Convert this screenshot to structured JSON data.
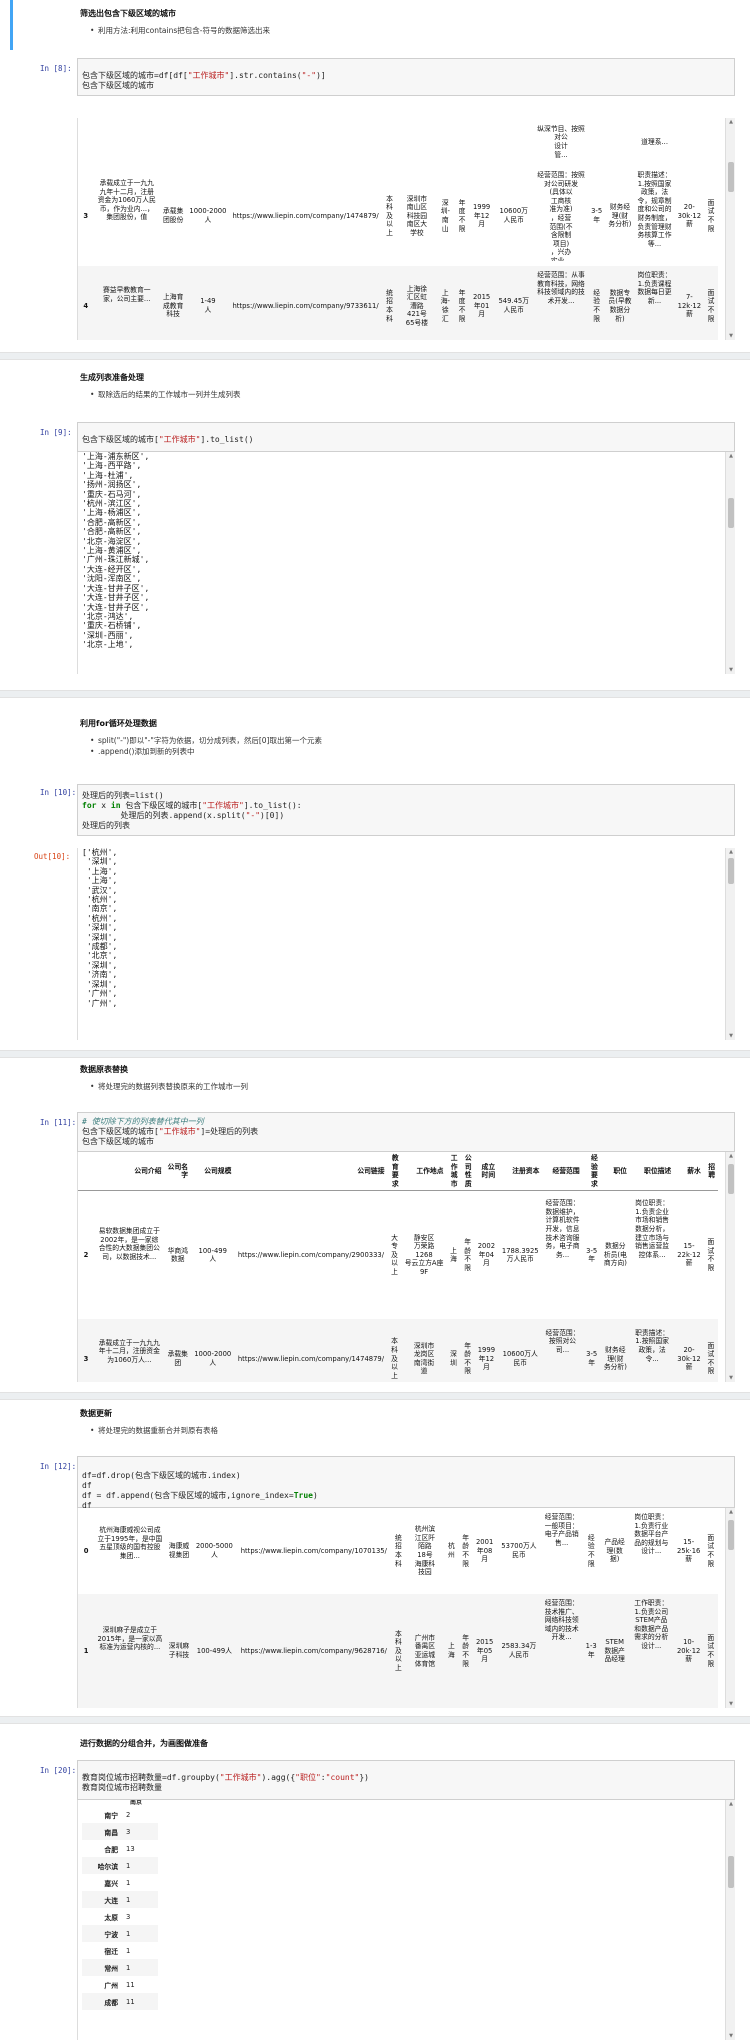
{
  "cells": {
    "md1": {
      "title": "筛选出包含下级区域的城市",
      "bullets": [
        "利用方法:利用contains把包含-符号的数据筛选出来"
      ]
    },
    "in8": {
      "prompt": "In [8]:",
      "code_line1_pre": "包含下级区域的城市=df[df[",
      "code_line1_str": "\"工作城市\"",
      "code_line1_mid": "].str.contains(",
      "code_line1_str2": "\"-\"",
      "code_line1_end": ")]",
      "code_line2": "包含下级区域的城市"
    },
    "out8_rows": [
      {
        "idx": "",
        "intro": "",
        "type": "",
        "size": "",
        "link": "",
        "edu": "",
        "addr": "",
        "city": "",
        "nature": "",
        "date": "",
        "capital": "",
        "scope": "纵深节目、按照\n对公\n设计\n管...",
        "exp": "",
        "job": "",
        "desc": "道理系...",
        "salary": "",
        "hire": ""
      },
      {
        "idx": "3",
        "intro": "承载成立于一九九九年十二月，注册资金为1060万人民币，作为业内...，集团股份，值",
        "type": "承载集\n团股份",
        "size": "1000-2000\n人",
        "link": "https://www.liepin.com/company/1474879/",
        "edu": "本科及以上",
        "addr": "深圳市\n南山区\n科技园\n南区大\n学校",
        "city": "深圳-南山",
        "nature": "年度不限",
        "date": "1999年12月",
        "capital": "10600万人民币",
        "scope": "经营范围：按照\n对公司研发\n(具体以\n工商核\n准为准)\n，经营\n范围(不\n含限制\n项目)\n，兴办\n实业，\n经营及\n国内商\n业...",
        "exp": "3-5年",
        "job": "财务经\n理(财\n务分析)",
        "desc": "职责描述：1.按照国家政策，法令，规章制度和公司的财务制度，负责管理财务核算工作等...",
        "salary": "20-30k·12薪",
        "hire": "面试不限"
      },
      {
        "idx": "4",
        "intro": "賽益早教教育一家，公司主要...",
        "type": "上海育\n成教育\n科技",
        "size": "1-49\n人",
        "link": "https://www.liepin.com/company/9733611/",
        "edu": "统招本科",
        "addr": "上海徐\n汇区虹\n漕路\n421号\n65号楼",
        "city": "上海-徐汇",
        "nature": "年度不限",
        "date": "2015年01月",
        "capital": "549.45万人民币",
        "scope": "经营范围：从事教育科技，网络科技领域内的技术开发...",
        "exp": "经验不限",
        "job": "数据专\n员(早教\n数据分\n析)",
        "desc": "岗位职责：1.负责课程数据每日更新...",
        "salary": "7-12k·12薪",
        "hire": "面试不限"
      }
    ],
    "md2": {
      "title": "生成列表准备处理",
      "bullets": [
        "取除选后的结果的工作城市一列并生成列表"
      ]
    },
    "in9": {
      "prompt": "In [9]:",
      "code_pre": "包含下级区域的城市[",
      "code_str": "\"工作城市\"",
      "code_end": "].to_list()"
    },
    "out9_lines": [
      "'上海-浦东新区',",
      "'上海-西平路',",
      "'上海-杜浦',",
      "'扬州-润扬区',",
      "'重庆-石马河',",
      "'杭州-滨江区',",
      "'上海-杨浦区',",
      "'合肥-高新区',",
      "'合肥-高新区',",
      "'北京-海淀区',",
      "'上海-黄浦区',",
      "'广州-珠江新城',",
      "'大连-经开区',",
      "'沈阳-浑南区',",
      "'大连-甘井子区',",
      "'大连-甘井子区',",
      "'大连-甘井子区',",
      "'北京-鸿达',",
      "'重庆-石桥铺',",
      "'深圳-西丽',",
      "'北京-上地',"
    ],
    "md3": {
      "title": "利用for循环处理数据",
      "bullets": [
        "split(\"-\")即以\"-\"字符为依据，切分成列表，然后[0]取出第一个元素",
        ".append()添加到新的列表中"
      ]
    },
    "in10": {
      "prompt": "In [10]:",
      "l1": "处理后的列表=list()",
      "l2_kw": "for",
      "l2_a": " x ",
      "l2_kw2": "in",
      "l2_b": " 包含下级区域的城市[",
      "l2_str": "\"工作城市\"",
      "l2_c": "].to_list():",
      "l3_a": "        处理后的列表.append(x.split(",
      "l3_str": "\"-\"",
      "l3_b": ")[0])",
      "l4": "处理后的列表"
    },
    "out10": {
      "prompt": "Out[10]:",
      "lines": [
        "['杭州',",
        " '深圳',",
        " '上海',",
        " '上海',",
        " '武汉',",
        " '杭州',",
        " '南京',",
        " '杭州',",
        " '深圳',",
        " '深圳',",
        " '成都',",
        " '北京',",
        " '深圳',",
        " '济南',",
        " '深圳',",
        " '广州',",
        " '广州',"
      ]
    },
    "md4": {
      "title": "数据原表替换",
      "bullets": [
        "将处理完的数据列表替换原来的工作城市一列"
      ]
    },
    "in11": {
      "prompt": "In [11]:",
      "l1": "# 使切除下方的列表替代其中一列",
      "l2_a": "包含下级区域的城市[",
      "l2_str": "\"工作城市\"",
      "l2_b": "]=处理后的列表",
      "l3": "包含下级区域的城市"
    },
    "out11_head": [
      "公司介绍",
      "公司名字",
      "公司规模",
      "公司链接",
      "教育要求",
      "工作地点",
      "工作城市",
      "公司性质",
      "成立时间",
      "注册资本",
      "经营范围",
      "经验要求",
      "职位",
      "职位描述",
      "薪水",
      "招聘"
    ],
    "out11_rows": [
      {
        "idx": "2",
        "intro": "易软数据集团成立于2002年，是一家综合性的大数据集团公司，以数据技术...",
        "name": "华商鸿\n数据",
        "size": "100-499\n人",
        "link": "https://www.liepin.com/company/2900333/",
        "edu": "大专及以上",
        "addr": "静安区\n万荣路\n1268\n号云立方A座\n9F",
        "city": "上海",
        "nature": "年龄不限",
        "date": "2002年04月",
        "capital": "1788.3925万人民币",
        "scope": "经营范围：数据维护，计算机软件开发，信息技术咨询服务，电子商务...",
        "exp": "3-5年",
        "job": "数据分\n析员(电\n商方向)",
        "desc": "岗位职责：1.负责企业市场和销售数据分析，建立市场与销售运营监控体系...",
        "salary": "15-22k·12薪",
        "hire": "面试不限"
      },
      {
        "idx": "3",
        "intro": "承载成立于一九九九年十二月，注册资金为1060万人...",
        "name": "承载集\n团",
        "size": "1000-2000\n人",
        "link": "https://www.liepin.com/company/1474879/",
        "edu": "本科及以上",
        "addr": "深圳市\n龙岗区\n南湾街\n道",
        "city": "深圳",
        "nature": "年龄不限",
        "date": "1999年12月",
        "capital": "10600万人民币",
        "scope": "经营范围：按照对公司...",
        "exp": "3-5年",
        "job": "财务经\n理(财\n务分析)",
        "desc": "职责描述：1.按照国家政策，法令...",
        "salary": "20-30k·12薪",
        "hire": "面试不限"
      }
    ],
    "md5": {
      "title": "数据更新",
      "bullets": [
        "将处理完的数据重新合并到原有表格"
      ]
    },
    "in12": {
      "prompt": "In [12]:",
      "l1": "df=df.drop(包含下级区域的城市.index)",
      "l2": "df",
      "l3_a": "df = df.append(包含下级区域的城市,ignore_index=",
      "l3_kw": "True",
      "l3_b": ")",
      "l4": "df"
    },
    "out12_rows": [
      {
        "idx": "0",
        "intro": "杭州海康威视公司成立于1995年，是中国五星顶级的国有控股集团...",
        "name": "海康威\n视集团",
        "size": "2000-5000\n人",
        "link": "https://www.liepin.com/company/1070135/",
        "edu": "统招本科",
        "addr": "杭州滨\n江区阡\n陌路\n18号\n海康科\n技园",
        "city": "杭州",
        "nature": "年龄不限",
        "date": "2001年08月",
        "capital": "53700万人民币",
        "scope": "经营范围：一般项目：电子产品销售...",
        "exp": "经验不限",
        "job": "产品经\n理(数\n据)",
        "desc": "岗位职责：1.负责行业数据平台产品的规划与设计...",
        "salary": "15-25k·16薪",
        "hire": "面试不限"
      },
      {
        "idx": "1",
        "intro": "深圳麻子是成立于2015年，是一家以高标准为运营内核的...",
        "name": "深圳麻\n子科技",
        "size": "100-499人",
        "link": "https://www.liepin.com/company/9628716/",
        "edu": "本科及以上",
        "addr": "广州市\n番禺区\n亚运城\n体育馆",
        "city": "上海",
        "nature": "年龄不限",
        "date": "2015年05月",
        "capital": "2583.34万人民币",
        "scope": "经营范围：技术推广、网络科技领域内的技术开发...",
        "exp": "1-3年",
        "job": "STEM\n数据产\n品经理",
        "desc": "工作职责：1.负责公司STEM产品和数据产品需求的分析设计...",
        "salary": "10-20k·12薪",
        "hire": "面试不限"
      }
    ],
    "md6": {
      "title": "进行数据的分组合并，为画图做准备",
      "bullets": []
    },
    "in20": {
      "prompt": "In [20]:",
      "l1_a": "教育岗位城市招聘数量=df.groupby(",
      "l1_str": "\"工作城市\"",
      "l1_b": ").agg({",
      "l1_str2": "\"职位\"",
      "l1_c": ":",
      "l1_str3": "\"count\"",
      "l1_d": "})",
      "l2": "教育岗位城市招聘数量"
    },
    "out20": [
      {
        "city": "南宁",
        "count": "2"
      },
      {
        "city": "南昌",
        "count": "3"
      },
      {
        "city": "合肥",
        "count": "13"
      },
      {
        "city": "哈尔滨",
        "count": "1"
      },
      {
        "city": "嘉兴",
        "count": "1"
      },
      {
        "city": "大连",
        "count": "1"
      },
      {
        "city": "太原",
        "count": "3"
      },
      {
        "city": "宁波",
        "count": "1"
      },
      {
        "city": "宿迁",
        "count": "1"
      },
      {
        "city": "常州",
        "count": "1"
      },
      {
        "city": "广州",
        "count": "11"
      },
      {
        "city": "成都",
        "count": "11"
      }
    ],
    "out20_partial_city": "南京"
  }
}
